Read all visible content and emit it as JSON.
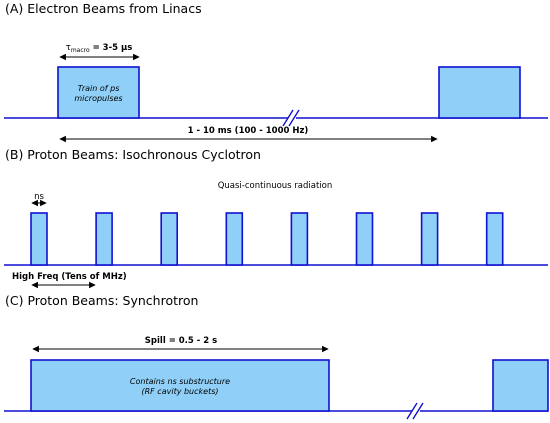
{
  "panels": {
    "a": {
      "title": "(A) Electron Beams from Linacs",
      "tau_symbol": "τ",
      "tau_subscript": "macro",
      "tau_value": " = 3-5 μs",
      "pulse_label_line1": "Train of ps",
      "pulse_label_line2": "micropulses",
      "period_label": "1 - 10 ms (100 - 1000 Hz)"
    },
    "b": {
      "title": "(B) Proton Beams: Isochronous Cyclotron",
      "ns_label": "ns",
      "radiation_label": "Quasi-continuous radiation",
      "freq_label": "High Freq (Tens of MHz)",
      "pulse_count": 8
    },
    "c": {
      "title": "(C) Proton Beams: Synchrotron",
      "spill_label": "Spill = 0.5 - 2 s",
      "pulse_label_line1": "Contains ns substructure",
      "pulse_label_line2": "(RF cavity buckets)"
    }
  },
  "colors": {
    "pulse_fill": "#90d0f8",
    "pulse_stroke": "#1010d0",
    "text": "#000000"
  }
}
